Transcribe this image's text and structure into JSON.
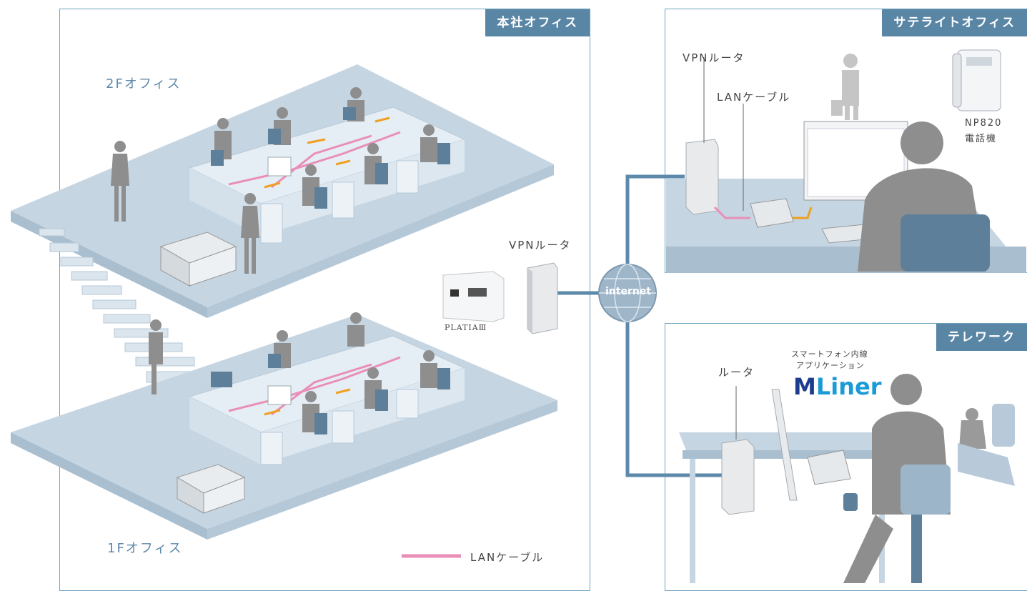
{
  "hq": {
    "title": "本社オフィス",
    "floor2": "2Fオフィス",
    "floor1": "1Fオフィス"
  },
  "main_device": {
    "name": "PLATIAⅢ"
  },
  "vpn_router_center": "VPNルータ",
  "internet": "internet",
  "legend": {
    "lan_label": "LANケーブル",
    "lan_color": "#e98fb7"
  },
  "satellite": {
    "title": "サテライトオフィス",
    "vpn_router": "VPNルータ",
    "lan_cable": "LANケーブル",
    "phone_model": "NP820",
    "phone_kind": "電話機"
  },
  "telework": {
    "title": "テレワーク",
    "router": "ルータ",
    "app_line1": "スマートフォン内線",
    "app_line2": "アプリケーション",
    "app_logo_m": "M",
    "app_logo_rest": "Liner"
  },
  "colors": {
    "accent": "#5a86a6",
    "floor": "#c7d6e3",
    "person": "#8e8e8e",
    "cable_orange": "#f0a020",
    "network": "#5d8aaa"
  }
}
